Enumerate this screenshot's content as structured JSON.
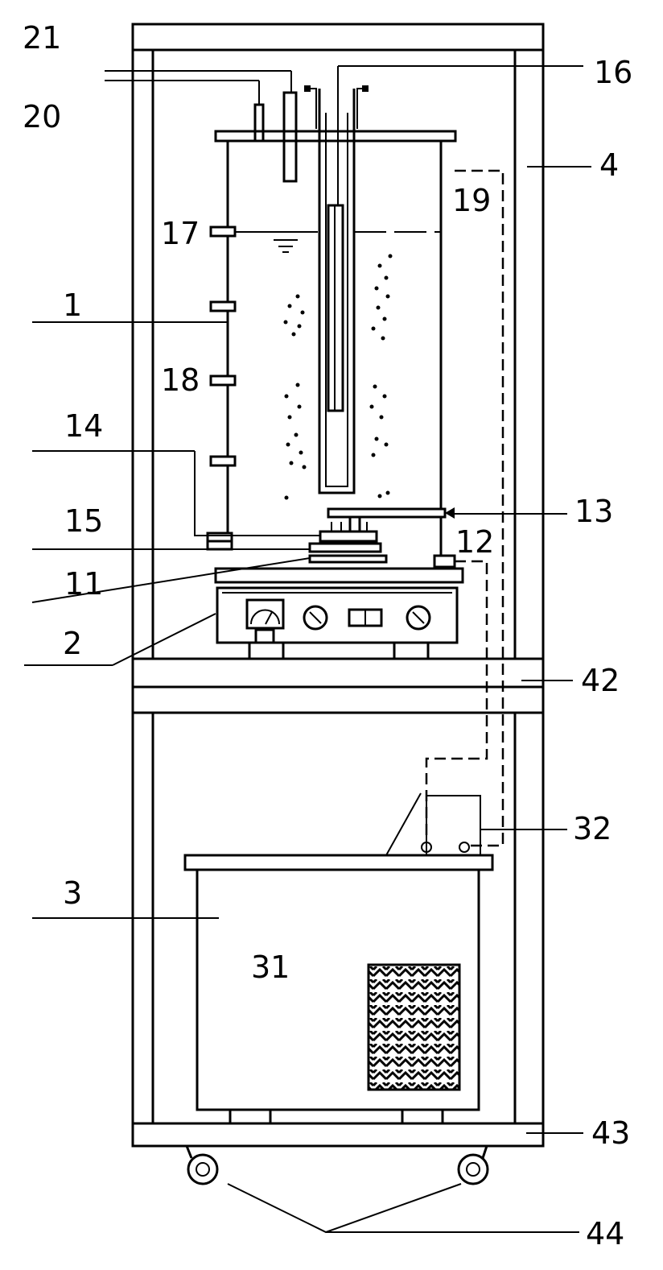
{
  "labels": {
    "l21": "21",
    "l20": "20",
    "l16": "16",
    "l4": "4",
    "l19": "19",
    "l17": "17",
    "l1": "1",
    "l18": "18",
    "l14": "14",
    "l13": "13",
    "l15": "15",
    "l12": "12",
    "l11": "11",
    "l2": "2",
    "l42": "42",
    "l32": "32",
    "l3": "3",
    "l31": "31",
    "l43": "43",
    "l44": "44"
  }
}
